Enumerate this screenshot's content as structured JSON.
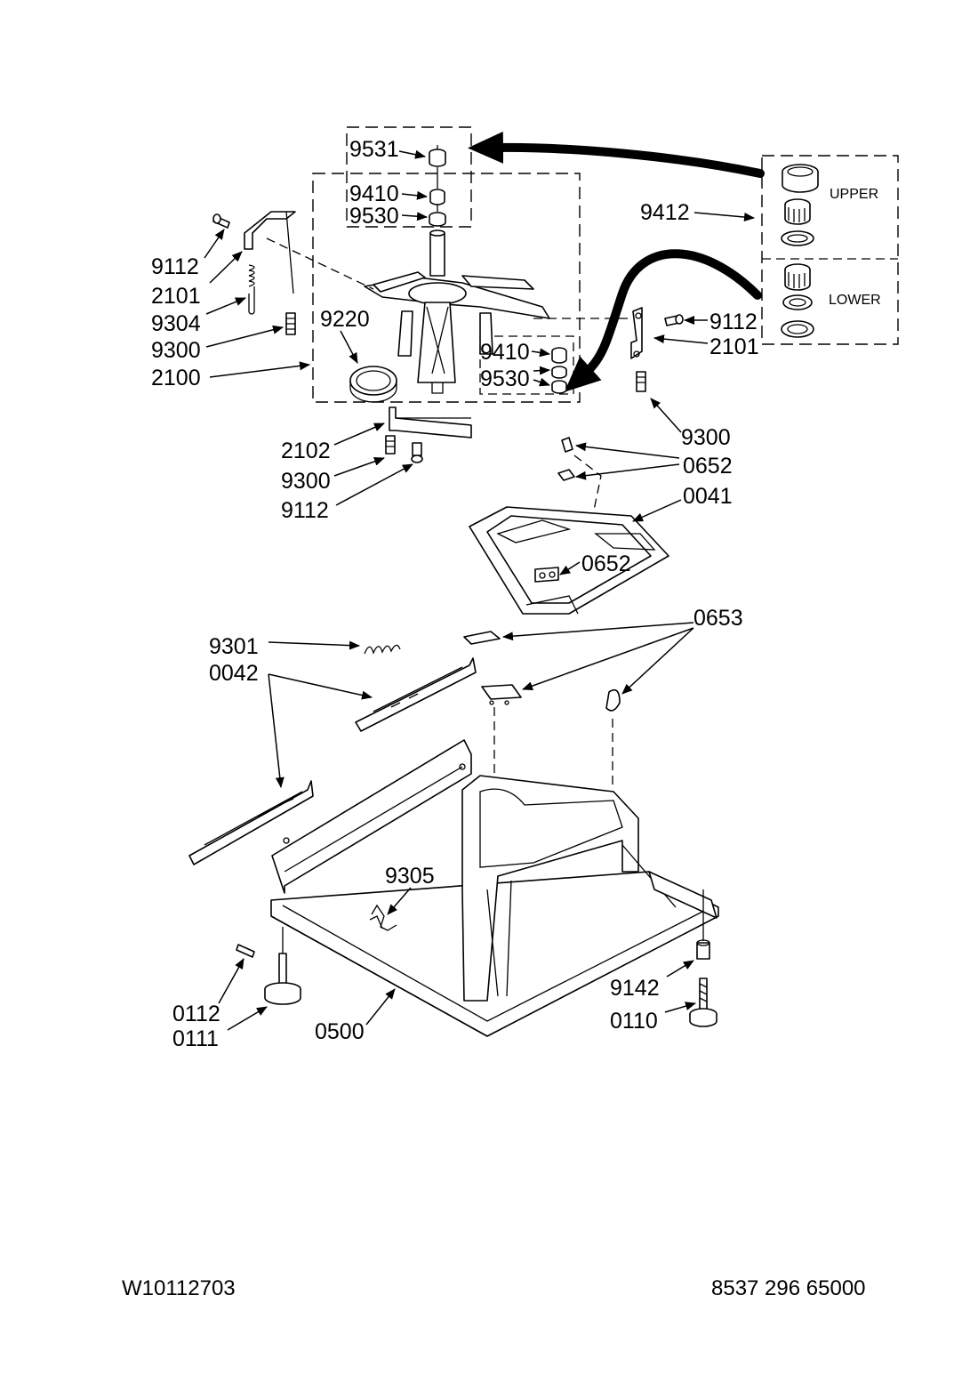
{
  "labels": {
    "l9531": "9531",
    "l9410_top": "9410",
    "l9530_top": "9530",
    "l9412": "9412",
    "upper": "UPPER",
    "lower": "LOWER",
    "l9112_left": "9112",
    "l2101_left": "2101",
    "l9304": "9304",
    "l9300_left": "9300",
    "l2100": "2100",
    "l9220": "9220",
    "l9410_mid": "9410",
    "l9530_mid": "9530",
    "l9112_right": "9112",
    "l2101_right": "2101",
    "l9300_right": "9300",
    "l2102": "2102",
    "l9300_bottom": "9300",
    "l9112_bottom": "9112",
    "l0652_top": "0652",
    "l0041": "0041",
    "l0652_mid": "0652",
    "l0653": "0653",
    "l9301": "9301",
    "l0042": "0042",
    "l9305": "9305",
    "l9142": "9142",
    "l0110": "0110",
    "l0112": "0112",
    "l0111": "0111",
    "l0500": "0500"
  },
  "footer": {
    "left": "W10112703",
    "right": "8537 296 65000"
  }
}
